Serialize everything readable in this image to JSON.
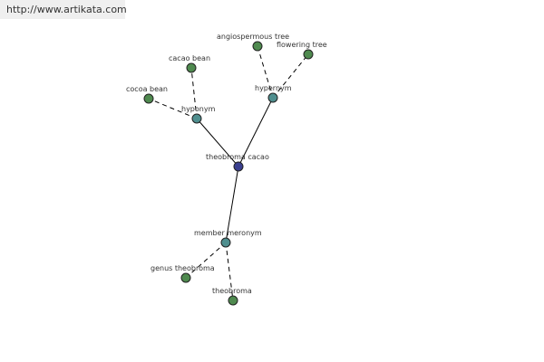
{
  "source_url": "http://www.artikata.com",
  "center": {
    "label": "theobroma cacao",
    "color": "#3a3f8f"
  },
  "relations": [
    {
      "key": "hyponym",
      "label": "hyponym",
      "color": "#4f8f8f",
      "leaves": [
        {
          "key": "cacao-bean",
          "label": "cacao bean"
        },
        {
          "key": "cocoa-bean",
          "label": "cocoa bean"
        }
      ]
    },
    {
      "key": "hypernym",
      "label": "hypernym",
      "color": "#4f8f8f",
      "leaves": [
        {
          "key": "angiospermous-tree",
          "label": "angiospermous tree"
        },
        {
          "key": "flowering-tree",
          "label": "flowering tree"
        }
      ]
    },
    {
      "key": "member-meronym",
      "label": "member meronym",
      "color": "#4f8f8f",
      "leaves": [
        {
          "key": "genus-theobroma",
          "label": "genus theobroma"
        },
        {
          "key": "theobroma",
          "label": "theobroma"
        }
      ]
    }
  ],
  "leaf_color": "#4f8a4f",
  "solid_edge_color": "#000000",
  "dashed_edge_color": "#000000"
}
